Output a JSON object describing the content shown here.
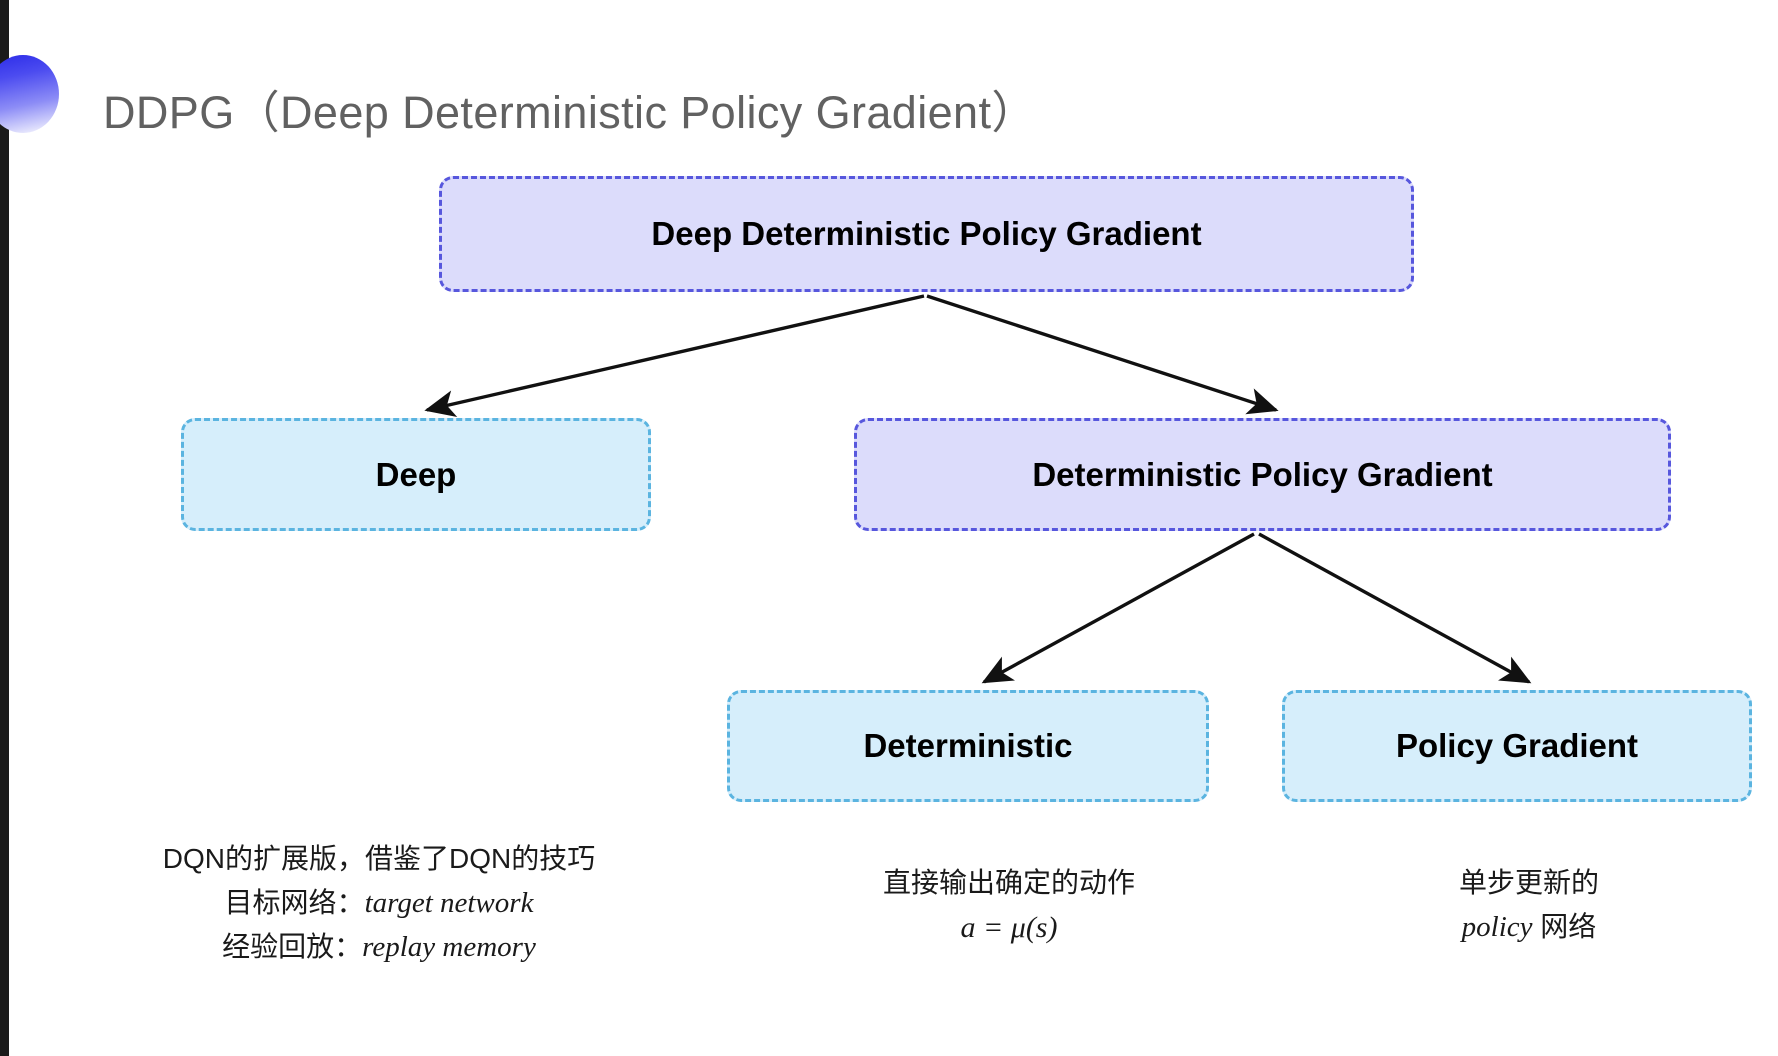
{
  "slide": {
    "title": "DDPG（Deep Deterministic Policy Gradient）",
    "bullet_icon": "gradient-circle-icon",
    "background_color": "#ffffff",
    "title_color": "#616161",
    "accent_color": "#2b2be8"
  },
  "diagram": {
    "type": "tree",
    "purple_fill": "#dcdcfb",
    "purple_border": "#5757dd",
    "blue_fill": "#d6eefb",
    "blue_border": "#5bb4e0",
    "arrow_color": "#111111",
    "nodes": [
      {
        "id": "root",
        "label": "Deep Deterministic Policy Gradient",
        "style": "purple"
      },
      {
        "id": "deep",
        "label": "Deep",
        "style": "blue"
      },
      {
        "id": "dpg",
        "label": "Deterministic Policy Gradient",
        "style": "purple"
      },
      {
        "id": "deterministic",
        "label": "Deterministic",
        "style": "blue"
      },
      {
        "id": "policy_gradient",
        "label": "Policy Gradient",
        "style": "blue"
      }
    ],
    "edges": [
      {
        "from": "root",
        "to": "deep"
      },
      {
        "from": "root",
        "to": "dpg"
      },
      {
        "from": "dpg",
        "to": "deterministic"
      },
      {
        "from": "dpg",
        "to": "policy_gradient"
      }
    ]
  },
  "annotations": {
    "left": {
      "line1": "DQN的扩展版，借鉴了DQN的技巧",
      "line2_label": "目标网络：",
      "line2_value": "target network",
      "line3_label": "经验回放：",
      "line3_value": "replay memory"
    },
    "middle": {
      "line1": "直接输出确定的动作",
      "line2": "a = μ(s)"
    },
    "right": {
      "line1": "单步更新的",
      "line2_value": "policy",
      "line2_suffix": " 网络"
    }
  }
}
